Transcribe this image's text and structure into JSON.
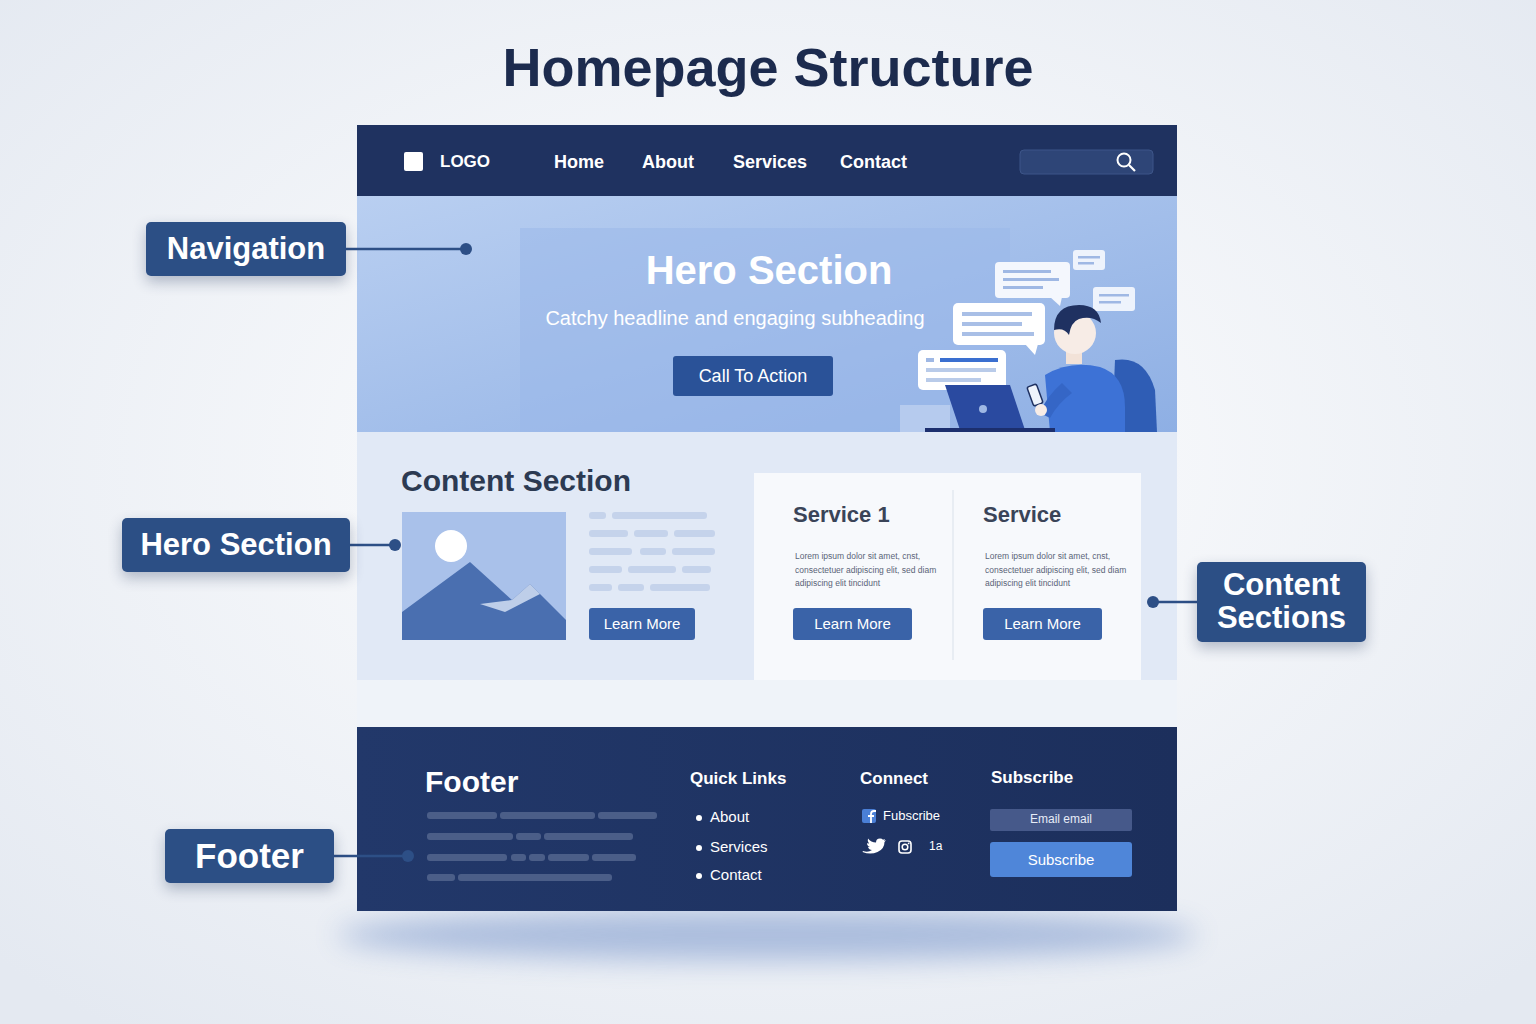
{
  "diagram": {
    "title": "Homepage Structure",
    "nodes": [
      {
        "text": [
          "LOGO",
          "Home",
          "About",
          "Services",
          "Contact"
        ]
      },
      {
        "text": [
          "Navigation"
        ]
      },
      {
        "text": [
          "Hero Section",
          "Catchy headline and engaging subheading"
        ]
      },
      {
        "text": [
          "Call To Action"
        ],
        "in": 2
      },
      {
        "text": [
          "Content Section"
        ]
      },
      {
        "text": [
          "Learn More"
        ],
        "in": 4
      },
      {
        "text": [
          "Service 1",
          "Lorem ipsum dolor sit amet, cnst, consectetuer adipiscing elit, sed diam adipiscing elit tincidunt"
        ],
        "in": 4
      },
      {
        "text": [
          "Learn More"
        ],
        "in": 6
      },
      {
        "text": [
          "Service",
          "Lorem ipsum dolor sit amet, cnst, consectetuer adipiscing elit, sed diam adipiscing elit tincidunt"
        ],
        "in": 4
      },
      {
        "text": [
          "Learn More"
        ],
        "in": 8
      },
      {
        "text": [
          "Hero Section"
        ]
      },
      {
        "text": [
          "Content Sections"
        ]
      },
      {
        "text": [
          "Footer",
          "Quick Links",
          "About",
          "Services",
          "Contact",
          "Connect",
          "Fubscribe",
          "1a",
          "Subscribe"
        ]
      },
      {
        "text": [
          "Email email"
        ],
        "in": 12
      },
      {
        "text": [
          "Subscribe"
        ],
        "in": 12
      },
      {
        "text": [
          "Footer"
        ]
      }
    ],
    "edges": [
      {
        "from": 1,
        "to": 2,
        "arrow": "none"
      },
      {
        "from": 10,
        "to": 4,
        "arrow": "none"
      },
      {
        "from": 11,
        "to": 4,
        "arrow": "none"
      },
      {
        "from": 15,
        "to": 12,
        "arrow": "none"
      }
    ]
  }
}
